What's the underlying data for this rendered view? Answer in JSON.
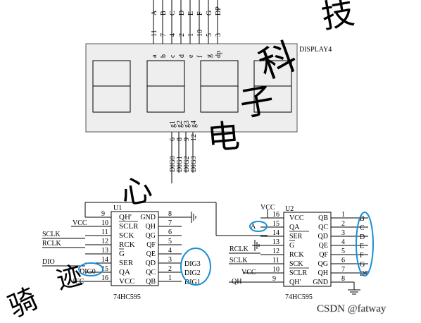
{
  "display": {
    "ref": "DISPLAY4",
    "top_pins": [
      {
        "num": "11",
        "seg": "a",
        "net": "A"
      },
      {
        "num": "7",
        "seg": "b",
        "net": "B"
      },
      {
        "num": "4",
        "seg": "c",
        "net": "C"
      },
      {
        "num": "2",
        "seg": "d",
        "net": "D"
      },
      {
        "num": "1",
        "seg": "e",
        "net": "E"
      },
      {
        "num": "10",
        "seg": "f",
        "net": "F"
      },
      {
        "num": "5",
        "seg": "g",
        "net": "G"
      },
      {
        "num": "3",
        "seg": "dp",
        "net": "DP"
      }
    ],
    "bottom_pins": [
      {
        "name": "g1",
        "num": "6",
        "net": "DIG0"
      },
      {
        "name": "g2",
        "num": "8",
        "net": "DIG1"
      },
      {
        "name": "g3",
        "num": "9",
        "net": "DIG2"
      },
      {
        "name": "g4",
        "num": "12",
        "net": "DIG3"
      }
    ]
  },
  "u1": {
    "ref": "U1",
    "part": "74HC595",
    "left_pins": [
      {
        "num": "9",
        "name": "QH'",
        "net": ""
      },
      {
        "num": "10",
        "name": "SCLR",
        "net": "VCC"
      },
      {
        "num": "11",
        "name": "SCK",
        "net": "SCLK"
      },
      {
        "num": "12",
        "name": "RCK",
        "net": "RCLK"
      },
      {
        "num": "13",
        "name": "G",
        "net": ""
      },
      {
        "num": "14",
        "name": "SER",
        "net": "DIO"
      },
      {
        "num": "15",
        "name": "QA",
        "net": "DIG0"
      },
      {
        "num": "16",
        "name": "VCC",
        "net": "VCC"
      }
    ],
    "right_pins": [
      {
        "num": "8",
        "name": "GND",
        "net": ""
      },
      {
        "num": "7",
        "name": "QH",
        "net": ""
      },
      {
        "num": "6",
        "name": "QG",
        "net": ""
      },
      {
        "num": "5",
        "name": "QF",
        "net": ""
      },
      {
        "num": "4",
        "name": "QE",
        "net": ""
      },
      {
        "num": "3",
        "name": "QD",
        "net": "DIG3"
      },
      {
        "num": "2",
        "name": "QC",
        "net": "DIG2"
      },
      {
        "num": "1",
        "name": "QB",
        "net": "DIG1"
      }
    ]
  },
  "u2": {
    "ref": "U2",
    "part": "74HC595",
    "vcc_label": "VCC",
    "left_pins": [
      {
        "num": "16",
        "name": "VCC",
        "net": ""
      },
      {
        "num": "15",
        "name": "QA",
        "net": "A"
      },
      {
        "num": "14",
        "name": "SER",
        "net": ""
      },
      {
        "num": "13",
        "name": "G",
        "net": ""
      },
      {
        "num": "12",
        "name": "RCK",
        "net": "RCLK"
      },
      {
        "num": "11",
        "name": "SCK",
        "net": "SCLK"
      },
      {
        "num": "10",
        "name": "SCLR",
        "net": "VCC"
      },
      {
        "num": "9",
        "name": "QH'",
        "net": "QH"
      }
    ],
    "right_pins": [
      {
        "num": "1",
        "name": "QB",
        "net": "B"
      },
      {
        "num": "2",
        "name": "QC",
        "net": "C"
      },
      {
        "num": "3",
        "name": "QD",
        "net": "D"
      },
      {
        "num": "4",
        "name": "QE",
        "net": "E"
      },
      {
        "num": "5",
        "name": "QF",
        "net": "F"
      },
      {
        "num": "6",
        "name": "QG",
        "net": "G"
      },
      {
        "num": "7",
        "name": "QH",
        "net": "DP"
      },
      {
        "num": "8",
        "name": "GND",
        "net": ""
      }
    ]
  },
  "watermark": {
    "chars": [
      "骑",
      "迹",
      "心",
      "电",
      "子",
      "科",
      "技"
    ],
    "color": "#e8312f"
  },
  "highlight_color": "#1a8fd6",
  "credit": "CSDN @fatway"
}
